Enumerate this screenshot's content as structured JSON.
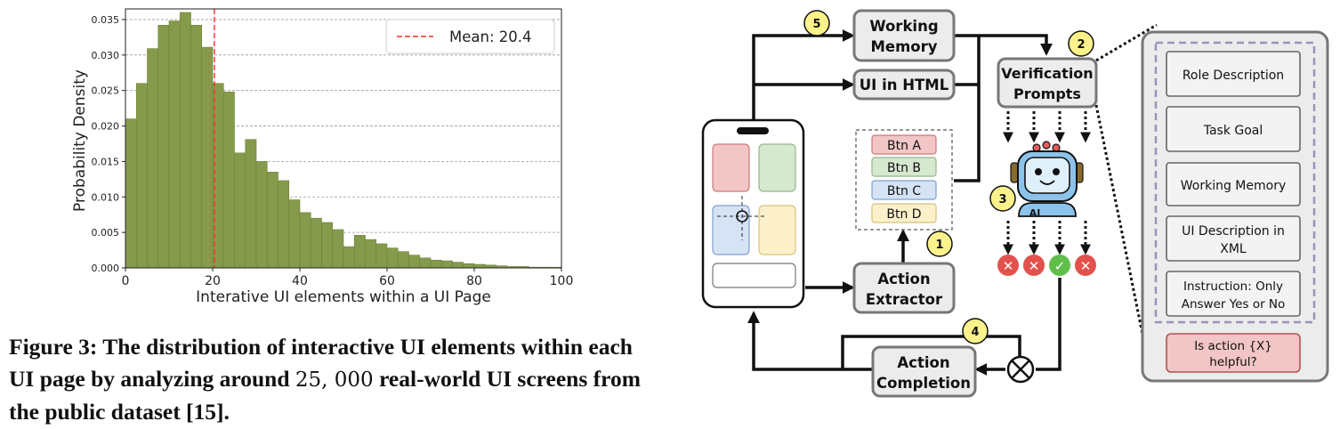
{
  "chart_data": {
    "type": "bar",
    "xlabel": "Interative UI elements within a UI Page",
    "ylabel": "Probability Density",
    "xlim": [
      0,
      100
    ],
    "ylim": [
      0,
      0.0365
    ],
    "xticks": [
      "0",
      "20",
      "40",
      "60",
      "80",
      "100"
    ],
    "yticks": [
      "0.000",
      "0.005",
      "0.010",
      "0.015",
      "0.020",
      "0.025",
      "0.030",
      "0.035"
    ],
    "grid": "horizontal dashed",
    "legend_position": "top-right",
    "legend": "Mean: 20.4",
    "mean": 20.4,
    "bar_color": "#859a4b",
    "bar_edge_color": "#6f8239",
    "mean_line_color": "#e8352a",
    "bin_width": 2.5,
    "x": [
      0,
      2.5,
      5,
      7.5,
      10,
      12.5,
      15,
      17.5,
      20,
      22.5,
      25,
      27.5,
      30,
      32.5,
      35,
      37.5,
      40,
      42.5,
      45,
      47.5,
      50,
      52.5,
      55,
      57.5,
      60,
      62.5,
      65,
      67.5,
      70,
      72.5,
      75,
      77.5,
      80,
      82.5,
      85,
      87.5,
      90,
      92.5,
      95,
      97.5
    ],
    "values": [
      0.021,
      0.026,
      0.0309,
      0.0342,
      0.0348,
      0.036,
      0.0342,
      0.0311,
      0.026,
      0.0248,
      0.0162,
      0.0181,
      0.015,
      0.0135,
      0.0123,
      0.0096,
      0.0078,
      0.007,
      0.0064,
      0.0054,
      0.003,
      0.0046,
      0.004,
      0.0034,
      0.0028,
      0.0023,
      0.0018,
      0.0014,
      0.0011,
      0.001,
      0.0008,
      0.0006,
      0.0005,
      0.0004,
      0.0003,
      0.0002,
      0.0002,
      0.0001,
      0.0001,
      0.0001
    ]
  },
  "caption": {
    "part1": "Figure 3: The distribution of interactive UI elements within each UI page by analyzing around ",
    "number": "25, 000",
    "part2": " real-world UI screens from the public dataset [15]."
  },
  "diagram": {
    "working_memory": [
      "Working",
      "Memory"
    ],
    "ui_html": "UI in HTML",
    "verification": [
      "Verification",
      "Prompts"
    ],
    "action_extractor": [
      "Action",
      "Extractor"
    ],
    "action_completion": [
      "Action",
      "Completion"
    ],
    "buttons": [
      "Btn A",
      "Btn B",
      "Btn C",
      "Btn D"
    ],
    "steps": [
      "1",
      "2",
      "3",
      "4",
      "5"
    ],
    "robot_label": "AI",
    "prompt_items": [
      "Role Description",
      "Task Goal",
      "Working Memory"
    ],
    "ui_desc": [
      "UI Description in",
      "XML"
    ],
    "instruction": [
      "Instruction: Only",
      "Answer Yes or No"
    ],
    "question": [
      "Is action {X}",
      "helpful?"
    ],
    "results": [
      "✕",
      "✕",
      "✓",
      "✕"
    ]
  }
}
